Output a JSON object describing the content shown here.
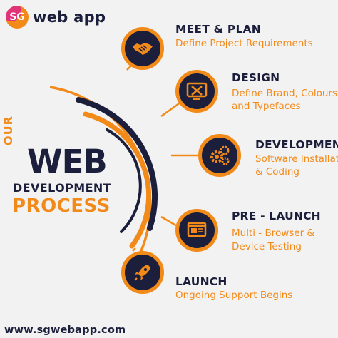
{
  "brand": {
    "logo_letters": "SG",
    "name": "web app"
  },
  "title": {
    "our": "OUR",
    "web": "WEB",
    "development": "DEVELOPMENT",
    "process": "PROCESS"
  },
  "steps": [
    {
      "title": "MEET & PLAN",
      "description_lines": [
        "Define Project Requirements"
      ],
      "icon": "handshake-icon"
    },
    {
      "title": "DESIGN",
      "description_lines": [
        "Define Brand, Colours,",
        "and Typefaces"
      ],
      "icon": "design-tools-icon"
    },
    {
      "title": "DEVELOPMEN",
      "description_lines": [
        "Software Installat",
        "& Coding"
      ],
      "icon": "gears-icon"
    },
    {
      "title": "PRE - LAUNCH",
      "description_lines": [
        "Multi - Browser &",
        "Device Testing"
      ],
      "icon": "browser-test-icon"
    },
    {
      "title": "LAUNCH",
      "description_lines": [
        "Ongoing Support Begins"
      ],
      "icon": "rocket-icon"
    }
  ],
  "footer": {
    "url": "www.sgwebapp.com"
  },
  "colors": {
    "navy": "#1b1f3b",
    "orange": "#f28a1a",
    "background": "#f2f2f2",
    "logo_pink": "#e0337a"
  }
}
